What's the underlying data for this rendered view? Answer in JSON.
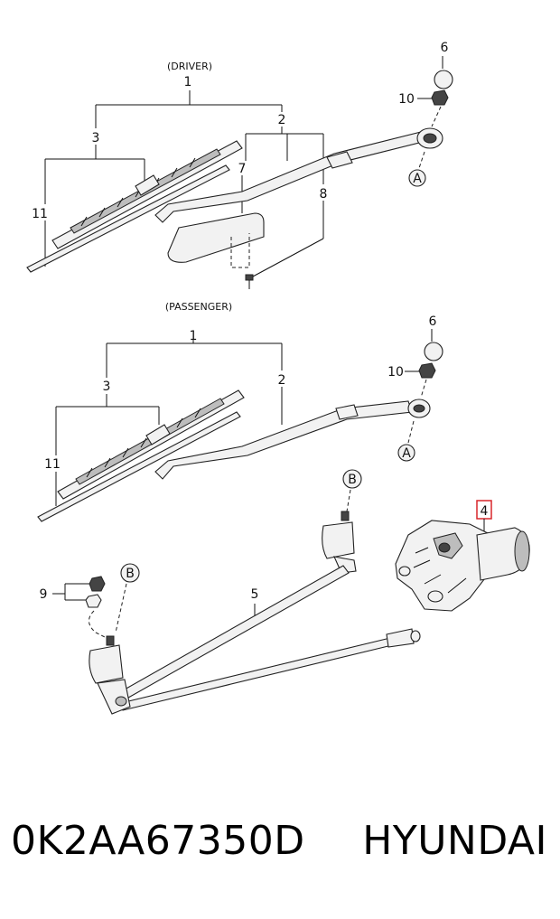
{
  "sections": {
    "driver": "(DRIVER)",
    "passenger": "(PASSENGER)"
  },
  "callouts": {
    "n1": "1",
    "n2": "2",
    "n3": "3",
    "n4": "4",
    "n5": "5",
    "n6": "6",
    "n7": "7",
    "n8": "8",
    "n9": "9",
    "n10": "10",
    "n11": "11",
    "refA": "A",
    "refB": "B"
  },
  "highlight_color": "#d9262b",
  "footer": {
    "part_number": "0K2AA67350D",
    "brand": "HYUNDAI"
  }
}
